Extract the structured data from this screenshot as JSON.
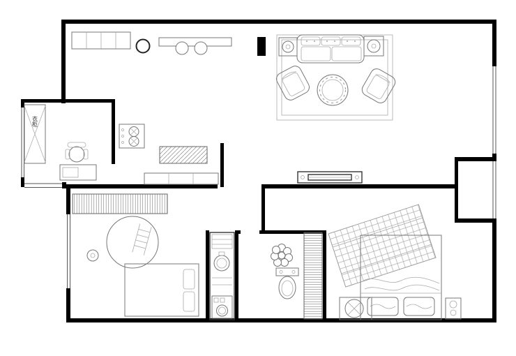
{
  "plan": {
    "labels": {
      "wardrobe": "衣柜"
    },
    "colors": {
      "wall": "#000000",
      "furniture_stroke": "#777777",
      "light_stroke": "#aaaaaa",
      "background": "#ffffff"
    },
    "rooms": [
      "entry-dining",
      "living-room",
      "kitchen",
      "study-balcony",
      "bedroom-1",
      "hallway",
      "laundry-niche",
      "bathroom",
      "bedroom-2"
    ],
    "furniture": [
      "shoe-cabinet",
      "round-stool",
      "bar-counter",
      "bar-stool",
      "entry-column",
      "living-rug",
      "sofa",
      "side-table",
      "table-lamp",
      "armchair",
      "coffee-table-plant",
      "tv-cabinet",
      "tv",
      "gas-stove",
      "prep-counter",
      "kitchen-cabinets",
      "wardrobe",
      "office-chair",
      "desk",
      "slatted-dresser",
      "round-rug",
      "ladder",
      "floor-lamp",
      "single-bed",
      "pillow",
      "laundry-column",
      "shelf",
      "washbasin",
      "washing-machine",
      "potted-plant",
      "toilet",
      "towel-radiator",
      "plaid-blanket",
      "double-bed",
      "bedside-table",
      "nightstand"
    ]
  }
}
